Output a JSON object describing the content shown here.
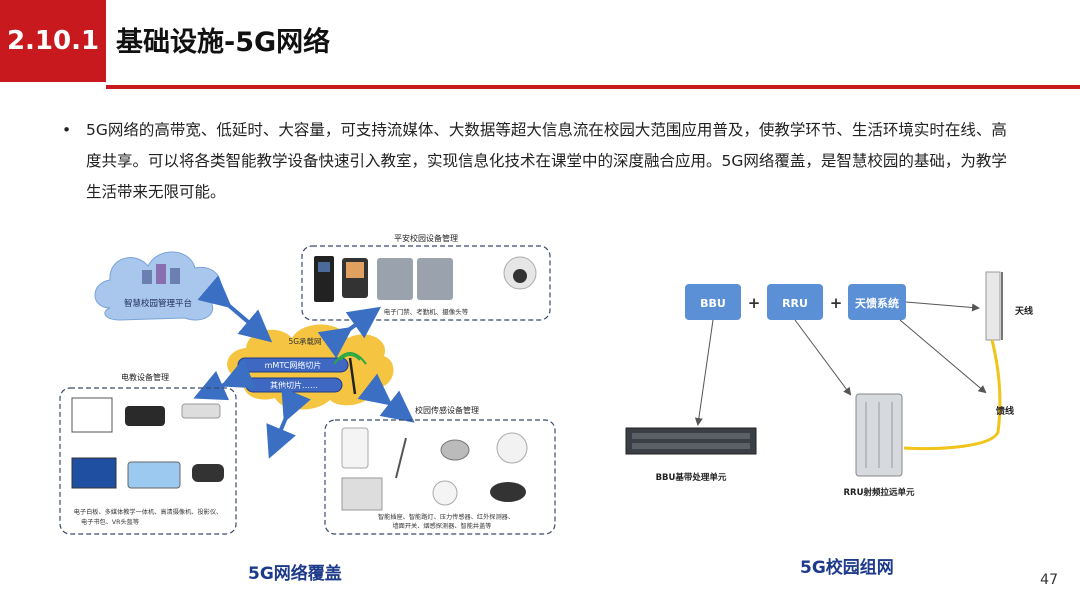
{
  "header": {
    "section_number": "2.10.1",
    "title": "基础设施-5G网络"
  },
  "bullet": {
    "symbol": "•",
    "text": "5G网络的高带宽、低延时、大容量，可支持流媒体、大数据等超大信息流在校园大范围应用普及，使教学环节、生活环境实时在线、高度共享。可以将各类智能教学设备快速引入教室，实现信息化技术在课堂中的深度融合应用。5G网络覆盖，是智慧校园的基础，为教学生活带来无限可能。"
  },
  "left_diagram": {
    "cloud_label": "智慧校园管理平台",
    "safe_campus": {
      "title": "平安校园设备管理",
      "caption": "电子门禁、考勤机、摄像头等"
    },
    "bearer": {
      "title": "5G承载网",
      "slice1": "mMTC网络切片",
      "slice2": "其他切片……"
    },
    "edu": {
      "title": "电教设备管理",
      "caption_line1": "电子白板、多媒体教学一体机、高清摄像机、投影仪、",
      "caption_line2": "电子书包、VR头盔等"
    },
    "sensor": {
      "title": "校园传感设备管理",
      "caption_line1": "智能插座、智能路灯、压力传感器、红外探测器、",
      "caption_line2": "墙面开关、烟感探测器、智能井盖等"
    },
    "caption": "5G网络覆盖"
  },
  "right_diagram": {
    "bbu": "BBU",
    "rru": "RRU",
    "feeder_system": "天馈系统",
    "plus": "+",
    "antenna": "天线",
    "feeder": "馈线",
    "bbu_label": "BBU基带处理单元",
    "rru_label": "RRU射频拉远单元",
    "caption": "5G校园组网"
  },
  "page_number": "47",
  "colors": {
    "accent_red": "#c8191e",
    "dashed_border": "#3b4a6b",
    "cloud_fill": "#f5c542",
    "arrow_blue": "#3a6fc4",
    "box_blue": "#5b8fd6",
    "feeder_yellow": "#f0c419",
    "caption_blue": "#1e3a8a"
  }
}
